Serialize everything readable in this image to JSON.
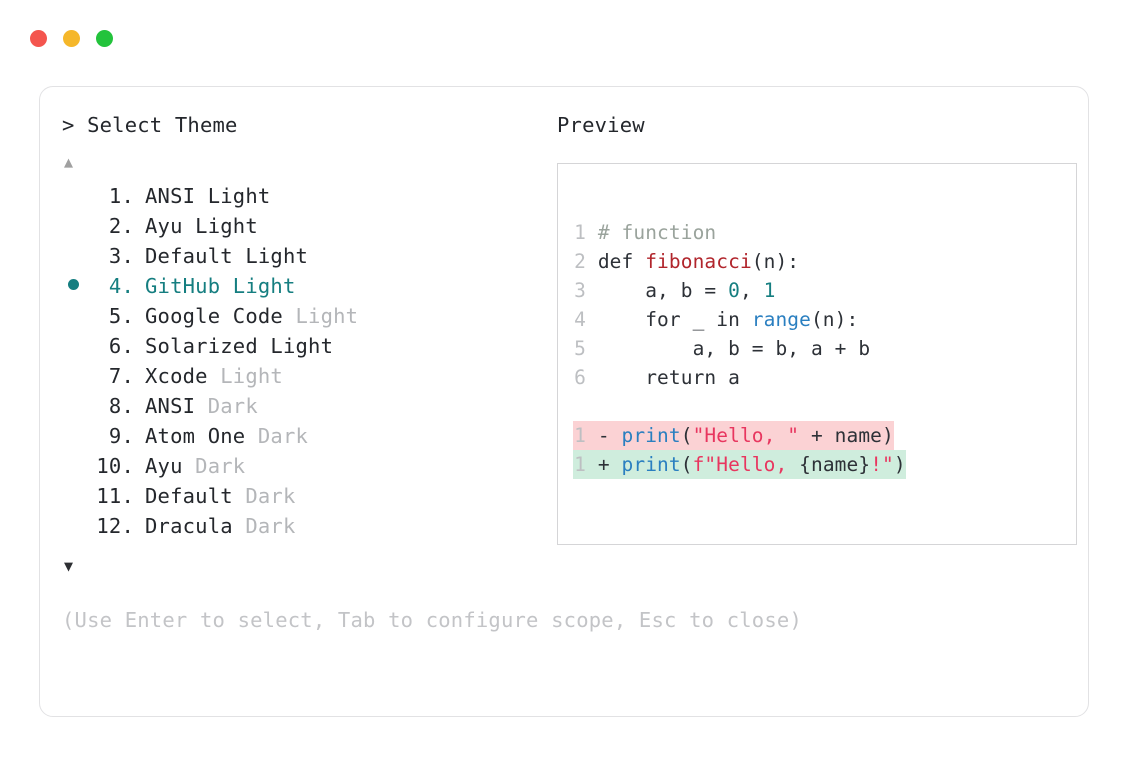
{
  "window": {
    "dots": [
      {
        "name": "close-dot",
        "color": "#f4554e"
      },
      {
        "name": "minimize-dot",
        "color": "#f5b72a"
      },
      {
        "name": "maximize-dot",
        "color": "#23c33c"
      }
    ]
  },
  "left": {
    "heading": "> Select Theme",
    "arrow_up": "▲",
    "arrow_down": "▼",
    "selected_index": 4,
    "selected_bullet": "●",
    "items": [
      {
        "num": " 1.",
        "name": "ANSI",
        "variant": "Light",
        "variant_muted": false
      },
      {
        "num": " 2.",
        "name": "Ayu",
        "variant": "Light",
        "variant_muted": false
      },
      {
        "num": " 3.",
        "name": "Default",
        "variant": "Light",
        "variant_muted": false
      },
      {
        "num": " 4.",
        "name": "GitHub",
        "variant": "Light",
        "variant_muted": false
      },
      {
        "num": " 5.",
        "name": "Google Code",
        "variant": "Light",
        "variant_muted": true
      },
      {
        "num": " 6.",
        "name": "Solarized",
        "variant": "Light",
        "variant_muted": false
      },
      {
        "num": " 7.",
        "name": "Xcode",
        "variant": "Light",
        "variant_muted": true
      },
      {
        "num": " 8.",
        "name": "ANSI",
        "variant": "Dark",
        "variant_muted": true
      },
      {
        "num": " 9.",
        "name": "Atom One",
        "variant": "Dark",
        "variant_muted": true
      },
      {
        "num": "10.",
        "name": "Ayu",
        "variant": "Dark",
        "variant_muted": true
      },
      {
        "num": "11.",
        "name": "Default",
        "variant": "Dark",
        "variant_muted": true
      },
      {
        "num": "12.",
        "name": "Dracula",
        "variant": "Dark",
        "variant_muted": true
      }
    ],
    "hint": "(Use Enter to select, Tab to configure scope, Esc to close)"
  },
  "right": {
    "heading": "Preview",
    "code_lines": [
      {
        "ln": "1",
        "segments": [
          {
            "text": "# function",
            "tok": "comment"
          }
        ]
      },
      {
        "ln": "2",
        "segments": [
          {
            "text": "def ",
            "tok": "plain"
          },
          {
            "text": "fibonacci",
            "tok": "func"
          },
          {
            "text": "(n):",
            "tok": "plain"
          }
        ]
      },
      {
        "ln": "3",
        "segments": [
          {
            "text": "    a, b = ",
            "tok": "plain"
          },
          {
            "text": "0",
            "tok": "num"
          },
          {
            "text": ", ",
            "tok": "plain"
          },
          {
            "text": "1",
            "tok": "num"
          }
        ]
      },
      {
        "ln": "4",
        "segments": [
          {
            "text": "    for _ in ",
            "tok": "plain"
          },
          {
            "text": "range",
            "tok": "builtin"
          },
          {
            "text": "(n):",
            "tok": "plain"
          }
        ]
      },
      {
        "ln": "5",
        "segments": [
          {
            "text": "        a, b = b, a + b",
            "tok": "plain"
          }
        ]
      },
      {
        "ln": "6",
        "segments": [
          {
            "text": "    return a",
            "tok": "plain"
          }
        ]
      }
    ],
    "diff_lines": [
      {
        "ln": "1",
        "mark": "-",
        "kind": "minus",
        "segments": [
          {
            "text": "print",
            "tok": "builtin"
          },
          {
            "text": "(",
            "tok": "plain"
          },
          {
            "text": "\"Hello, \"",
            "tok": "string"
          },
          {
            "text": " + name)",
            "tok": "plain"
          }
        ]
      },
      {
        "ln": "1",
        "mark": "+",
        "kind": "plus",
        "segments": [
          {
            "text": "print",
            "tok": "builtin"
          },
          {
            "text": "(",
            "tok": "plain"
          },
          {
            "text": "f\"Hello, ",
            "tok": "string"
          },
          {
            "text": "{name}",
            "tok": "plain"
          },
          {
            "text": "!\"",
            "tok": "string"
          },
          {
            "text": ")",
            "tok": "plain"
          }
        ]
      }
    ]
  },
  "colors": {
    "accent_teal": "#157e80",
    "diff_add_bg": "#cfeddd",
    "diff_del_bg": "#fbd2d4",
    "muted_text": "#b4b6b9",
    "string": "#e8365f",
    "function": "#b1252c",
    "builtin": "#2a7fc0",
    "comment": "#9aa39c"
  }
}
